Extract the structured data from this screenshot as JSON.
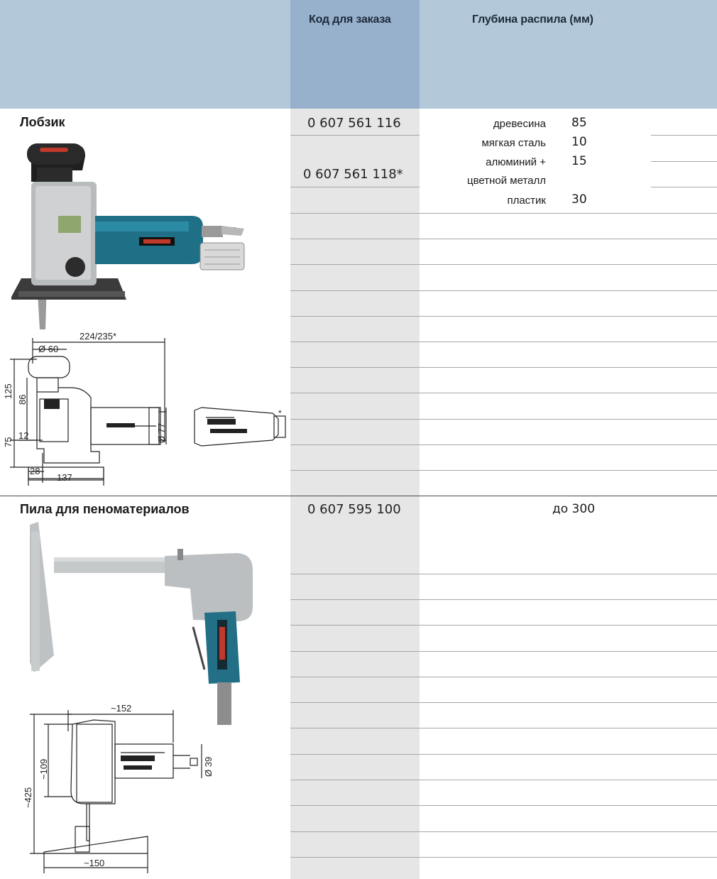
{
  "header": {
    "code_label": "Код для заказа",
    "depth_label": "Глубина распила (мм)"
  },
  "products": [
    {
      "title": "Лобзик",
      "codes": [
        "0 607 561 116",
        "0 607 561 118*"
      ],
      "materials": [
        {
          "name": "древесина",
          "depth": "85"
        },
        {
          "name": "мягкая сталь",
          "depth": "10"
        },
        {
          "name": "алюминий +",
          "depth": "15"
        },
        {
          "name": "цветной металл",
          "depth": ""
        },
        {
          "name": "пластик",
          "depth": "30"
        }
      ],
      "drawing_labels": {
        "length": "224/235*",
        "grip": "Ø 60",
        "h125": "125",
        "h86": "86",
        "h75": "75",
        "d12": "12",
        "d28": "28",
        "d137": "137",
        "d77": "Ø 77",
        "star": "*"
      }
    },
    {
      "title": "Пила для пеноматериалов",
      "codes": [
        "0 607 595 100"
      ],
      "depth_text": "до 300",
      "drawing_labels": {
        "width": "~152",
        "h109": "~109",
        "h425": "~425",
        "d39": "Ø 39",
        "base": "~150"
      }
    }
  ]
}
